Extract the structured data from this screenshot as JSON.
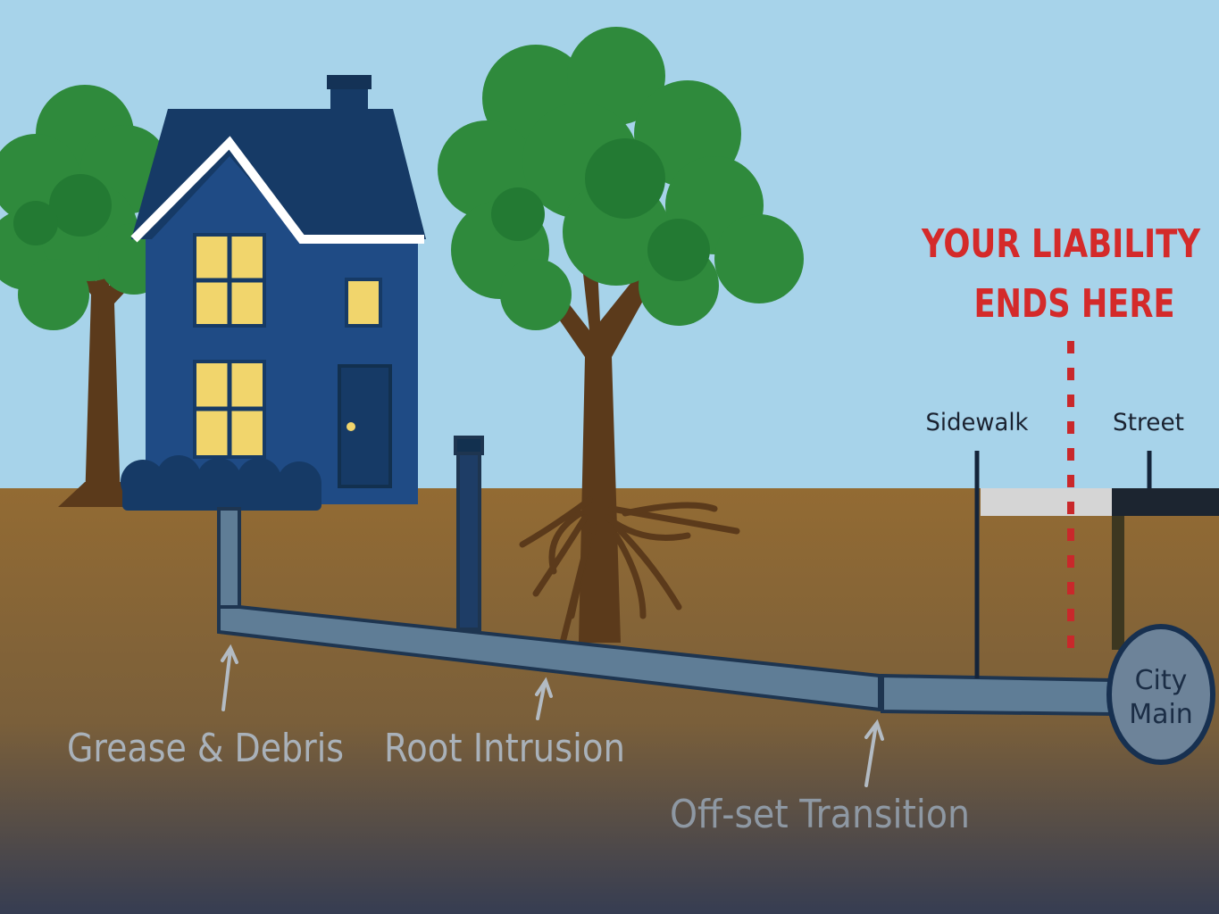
{
  "liability": {
    "line1": "YOUR LIABILITY",
    "line2": "ENDS HERE"
  },
  "labels": {
    "sidewalk": "Sidewalk",
    "street": "Street",
    "city_main_line1": "City",
    "city_main_line2": "Main"
  },
  "problems": {
    "grease": "Grease & Debris",
    "roots": "Root Intrusion",
    "offset": "Off-set Transition"
  },
  "colors": {
    "sky": "#a7d3ea",
    "soil": "#8f6a35",
    "house": "#1f4b85",
    "roof": "#163a66",
    "window": "#f1d56c",
    "tree": "#2f8a3c",
    "pipe": "#5f7d96",
    "liability_red": "#d42a2a",
    "label_grey": "#a9b1b9"
  }
}
